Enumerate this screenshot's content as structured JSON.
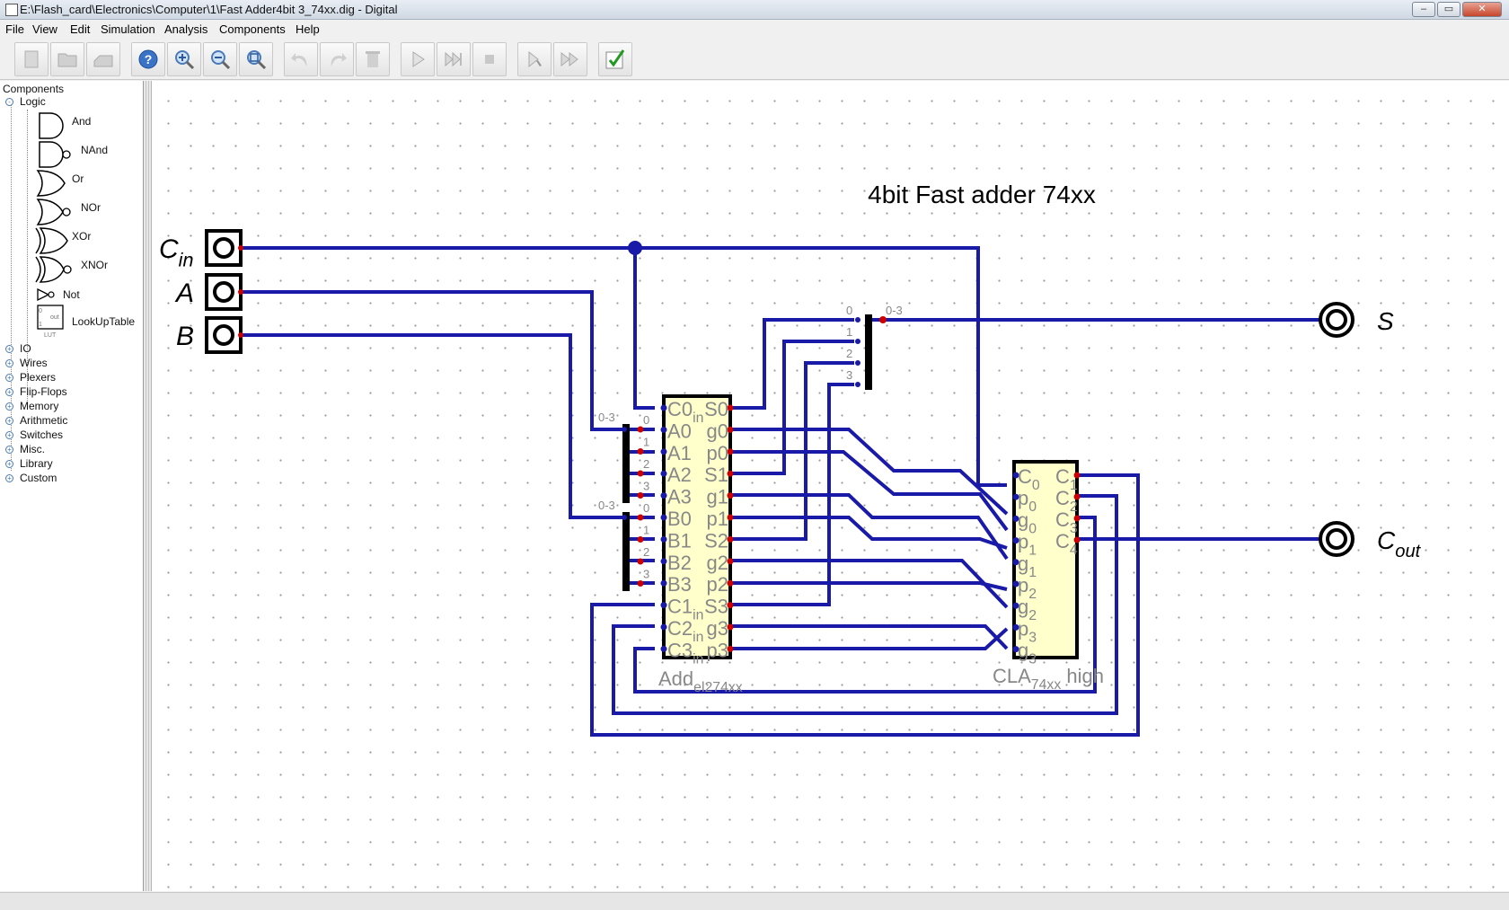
{
  "window": {
    "title": "E:\\Flash_card\\Electronics\\Computer\\1\\Fast Adder4bit 3_74xx.dig - Digital"
  },
  "menu": [
    "File",
    "View",
    "Edit",
    "Simulation",
    "Analysis",
    "Components",
    "Help"
  ],
  "toolbar": [
    {
      "name": "new-icon",
      "enabled": false
    },
    {
      "name": "open-icon",
      "enabled": false
    },
    {
      "name": "save-icon",
      "enabled": false
    },
    {
      "name": "help-icon",
      "enabled": true
    },
    {
      "name": "zoom-in-icon",
      "enabled": true
    },
    {
      "name": "zoom-out-icon",
      "enabled": true
    },
    {
      "name": "zoom-fit-icon",
      "enabled": true
    },
    {
      "name": "undo-icon",
      "enabled": false
    },
    {
      "name": "redo-icon",
      "enabled": false
    },
    {
      "name": "delete-icon",
      "enabled": false
    },
    {
      "name": "run-icon",
      "enabled": false
    },
    {
      "name": "run-fast-icon",
      "enabled": false
    },
    {
      "name": "stop-icon",
      "enabled": false
    },
    {
      "name": "step-icon",
      "enabled": false
    },
    {
      "name": "fast-forward-icon",
      "enabled": false
    },
    {
      "name": "analyse-check-icon",
      "enabled": true
    }
  ],
  "sidebar": {
    "root": "Components",
    "logic_group": "Logic",
    "logic_items": [
      "And",
      "NAnd",
      "Or",
      "NOr",
      "XOr",
      "XNOr",
      "Not",
      "LookUpTable"
    ],
    "lut_labels": {
      "in0": "0",
      "in1": "1",
      "out": "out",
      "name": "LUT"
    },
    "groups": [
      "IO",
      "Wires",
      "Plexers",
      "Flip-Flops",
      "Memory",
      "Arithmetic",
      "Switches",
      "Misc.",
      "Library",
      "Custom"
    ]
  },
  "circuit": {
    "title": "4bit  Fast  adder  74xx",
    "inputs": [
      {
        "label": "C",
        "sub": "in"
      },
      {
        "label": "A",
        "sub": ""
      },
      {
        "label": "B",
        "sub": ""
      }
    ],
    "outputs": [
      {
        "label": "S",
        "sub": ""
      },
      {
        "label": "C",
        "sub": "out"
      }
    ],
    "splitters": {
      "bus_label": "0-3",
      "bits": [
        "0",
        "1",
        "2",
        "3"
      ]
    },
    "adder": {
      "name": "Add",
      "name_sub": "el274xx",
      "left_pins": [
        {
          "t": "C0",
          "s": "in"
        },
        {
          "t": "A0",
          "s": ""
        },
        {
          "t": "A1",
          "s": ""
        },
        {
          "t": "A2",
          "s": ""
        },
        {
          "t": "A3",
          "s": ""
        },
        {
          "t": "B0",
          "s": ""
        },
        {
          "t": "B1",
          "s": ""
        },
        {
          "t": "B2",
          "s": ""
        },
        {
          "t": "B3",
          "s": ""
        },
        {
          "t": "C1",
          "s": "in"
        },
        {
          "t": "C2",
          "s": "in"
        },
        {
          "t": "C3",
          "s": "in"
        }
      ],
      "right_pins": [
        "S0",
        "g0",
        "p0",
        "S1",
        "g1",
        "p1",
        "S2",
        "g2",
        "p2",
        "S3",
        "g3",
        "p3"
      ]
    },
    "cla": {
      "name": "CLA",
      "name_sub": "74xx",
      "name_suffix": " high",
      "left_pins": [
        {
          "t": "C",
          "s": "0"
        },
        {
          "t": "p",
          "s": "0"
        },
        {
          "t": "g",
          "s": "0"
        },
        {
          "t": "p",
          "s": "1"
        },
        {
          "t": "g",
          "s": "1"
        },
        {
          "t": "p",
          "s": "2"
        },
        {
          "t": "g",
          "s": "2"
        },
        {
          "t": "p",
          "s": "3"
        },
        {
          "t": "g",
          "s": "3"
        }
      ],
      "right_pins": [
        {
          "t": "C",
          "s": "1"
        },
        {
          "t": "C",
          "s": "2"
        },
        {
          "t": "C",
          "s": "3"
        },
        {
          "t": "C",
          "s": "4"
        }
      ]
    }
  },
  "colors": {
    "wire": "#1a1aa8",
    "component_fill": "#ffffcc",
    "pin_dot": "#cc0000",
    "pin_label": "#888888",
    "canvas": "#ffffff"
  }
}
